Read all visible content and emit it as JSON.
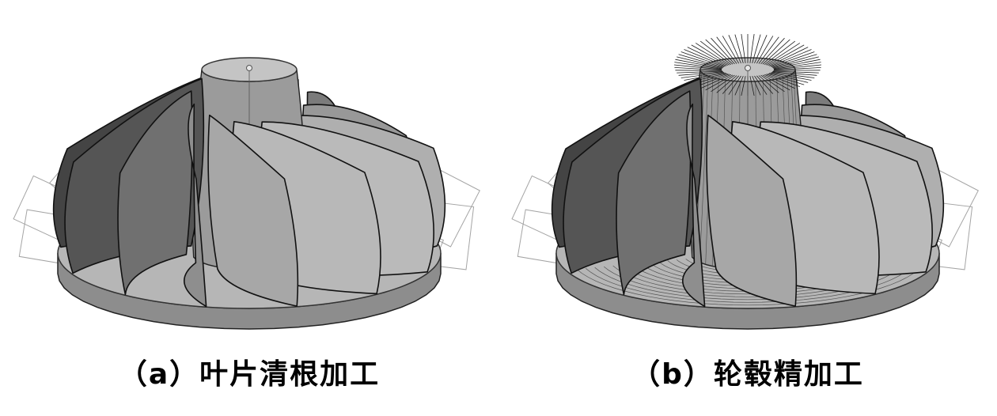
{
  "figure": {
    "panels": [
      {
        "id": "a",
        "caption": "（a）叶片清根加工"
      },
      {
        "id": "b",
        "caption": "（b）轮毂精加工"
      }
    ],
    "colors": {
      "background": "#ffffff",
      "disc_top": "#b6b6b6",
      "disc_side": "#8d8d8d",
      "cone": "#9b9b9b",
      "hub_top": "#c4c4c4",
      "wireframe": "#9a9a9a",
      "edge": "#111111",
      "toolpath_line": "#3c3c3c"
    }
  }
}
